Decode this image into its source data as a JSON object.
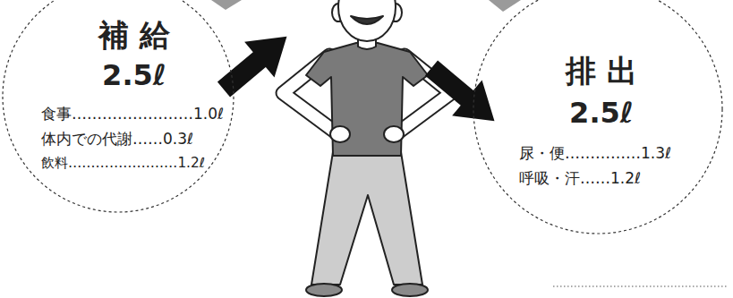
{
  "diagram": {
    "nodes": [
      {
        "text": [
          "補 給",
          "2.5ℓ",
          "食事……………………1.0ℓ",
          "体内での代謝……0.3ℓ",
          "飲料……………………1.2ℓ"
        ]
      },
      {
        "text": [
          "排 出",
          "2.5ℓ",
          "尿・便……………1.3ℓ",
          "呼吸・汗……1.2ℓ"
        ]
      }
    ]
  }
}
